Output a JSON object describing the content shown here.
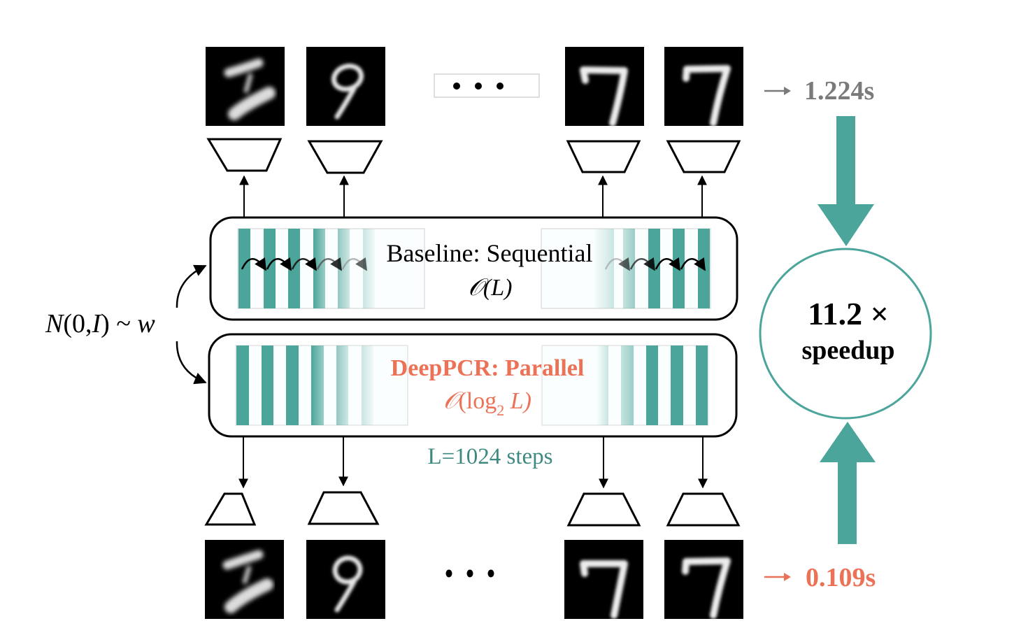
{
  "colors": {
    "teal": "#4ca59a",
    "coral": "#ec7257",
    "gray": "#7a7a7a",
    "dark_teal_text": "#3e8a80",
    "black": "#000000"
  },
  "top_row": {
    "images": [
      {
        "digit": "7",
        "style": "blurry-z"
      },
      {
        "digit": "9",
        "style": "loop"
      },
      {
        "digit": "7",
        "style": "seven"
      },
      {
        "digit": "7",
        "style": "seven"
      }
    ],
    "ellipsis": "• • •",
    "time_arrow": "→",
    "time_label": "1.224s"
  },
  "bottom_row": {
    "images": [
      {
        "digit": "7",
        "style": "blurry-z"
      },
      {
        "digit": "9",
        "style": "loop"
      },
      {
        "digit": "7",
        "style": "seven"
      },
      {
        "digit": "7",
        "style": "seven"
      }
    ],
    "ellipsis": "• • •",
    "time_arrow": "→",
    "time_label": "0.109s"
  },
  "noise_label": {
    "N": "N",
    "args": "(0,",
    "I": "I",
    "close": ")",
    "tilde": " ~ ",
    "w": "w"
  },
  "baseline_box": {
    "title": "Baseline: Sequential",
    "complexity_O": "𝒪",
    "complexity_rest": "(L)"
  },
  "deeppcr_box": {
    "title": "DeepPCR: Parallel",
    "complexity_O": "𝒪",
    "complexity_open": "(log",
    "complexity_sub": "2",
    "complexity_rest": " L)"
  },
  "steps_label": "L=1024 steps",
  "speedup": {
    "value": "11.2 ×",
    "label": "speedup"
  }
}
